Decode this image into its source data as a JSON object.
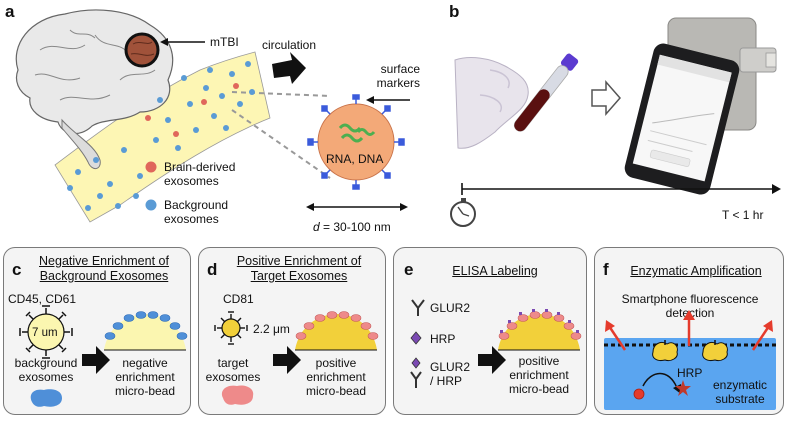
{
  "panel_a": {
    "letter": "a",
    "mtbi": "mTBI",
    "circulation": "circulation",
    "surface_markers_l1": "surface",
    "surface_markers_l2": "markers",
    "rna_dna": "RNA, DNA",
    "brain_legend_l1": "Brain-derived",
    "brain_legend_l2": "exosomes",
    "background_legend_l1": "Background",
    "background_legend_l2": "exosomes",
    "size_label_prefix": "d",
    "size_label": " = 30-100 nm"
  },
  "panel_b": {
    "letter": "b",
    "time_label": "T < 1 hr"
  },
  "panel_c": {
    "letter": "c",
    "title_l1": "Negative Enrichment of",
    "title_l2": "Background Exosomes",
    "markers": "CD45, CD61",
    "size": "7 um",
    "exo_l1": "background",
    "exo_l2": "exosomes",
    "bead_l1": "negative",
    "bead_l2": "enrichment",
    "bead_l3": "micro-bead"
  },
  "panel_d": {
    "letter": "d",
    "title_l1": "Positive Enrichment of",
    "title_l2": "Target Exosomes",
    "marker": "CD81",
    "size": "2.2 μm",
    "exo_l1": "target",
    "exo_l2": "exosomes",
    "bead_l1": "positive",
    "bead_l2": "enrichment",
    "bead_l3": "micro-bead"
  },
  "panel_e": {
    "letter": "e",
    "title": "ELISA Labeling",
    "glur2": "GLUR2",
    "hrp": "HRP",
    "glur2_hrp_l1": "GLUR2",
    "glur2_hrp_l2": "/ HRP",
    "bead_l1": "positive",
    "bead_l2": "enrichment",
    "bead_l3": "micro-bead"
  },
  "panel_f": {
    "letter": "f",
    "title": "Enzymatic Amplification",
    "detect_l1": "Smartphone fluorescence",
    "detect_l2": "detection",
    "hrp": "HRP",
    "substrate_l1": "enzymatic",
    "substrate_l2": "substrate"
  },
  "colors": {
    "brain_exosome": "#e0675b",
    "background_exosome": "#5a9bd5",
    "vessel": "#fdf6b4",
    "exosome_body": "#f3a978",
    "bead_yellow": "#f2d03a",
    "pink": "#ee8a8a",
    "blue_bead": "#4f8fd8",
    "substrate_blue": "#5aa5f0",
    "arrow_red": "#e53b2c"
  }
}
